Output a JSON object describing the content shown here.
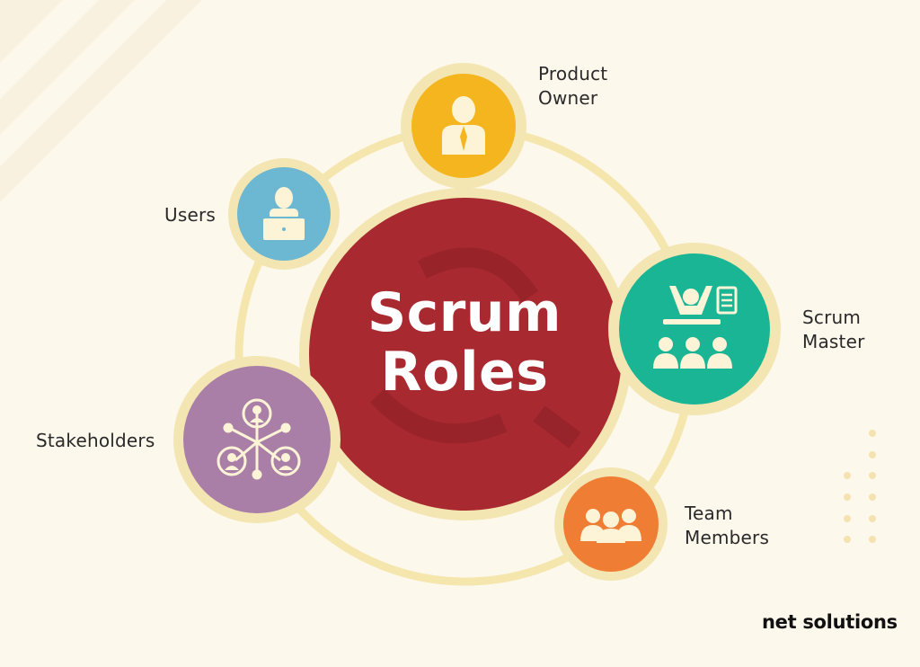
{
  "title": {
    "line1": "Scrum",
    "line2": "Roles"
  },
  "roles": [
    {
      "id": "product-owner",
      "line1": "Product",
      "line2": "Owner",
      "color": "#f5b51f",
      "icon": "business-person-icon"
    },
    {
      "id": "users",
      "line1": "Users",
      "line2": "",
      "color": "#6cb7d1",
      "icon": "user-laptop-icon"
    },
    {
      "id": "scrum-master",
      "line1": "Scrum",
      "line2": "Master",
      "color": "#19b595",
      "icon": "presenter-icon"
    },
    {
      "id": "stakeholders",
      "line1": "Stakeholders",
      "line2": "",
      "color": "#a97fa7",
      "icon": "network-people-icon"
    },
    {
      "id": "team-members",
      "line1": "Team",
      "line2": "Members",
      "color": "#ef7d34",
      "icon": "team-group-icon"
    }
  ],
  "center": {
    "color": "#a8292f",
    "ring": "#f3e6b2",
    "orbit": "#f5e6ae"
  },
  "brand": {
    "text": "net solutions"
  }
}
